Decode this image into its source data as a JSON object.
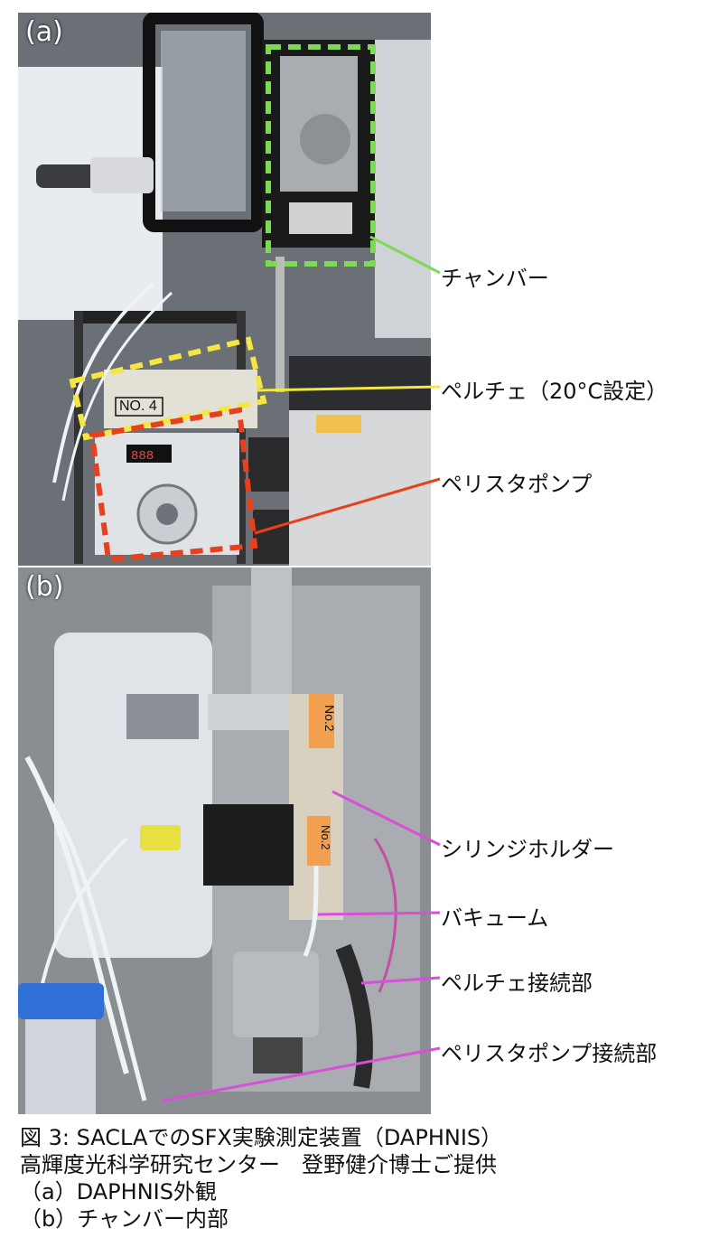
{
  "panels": {
    "a": {
      "label": "(a)"
    },
    "b": {
      "label": "(b)"
    }
  },
  "callouts": {
    "chamber": "チャンバー",
    "peltier": "ペルチェ（20°C設定）",
    "peristaltic_pump": "ペリスタポンプ",
    "syringe_holder": "シリンジホルダー",
    "vacuum": "バキューム",
    "peltier_connection": "ペルチェ接続部",
    "pump_connection": "ペリスタポンプ接続部"
  },
  "photo_text": {
    "controller_label": "NO. 4",
    "pump_display": "888",
    "holder_tag_1": "No.2",
    "holder_tag_2": "No.2"
  },
  "caption": {
    "line1": "図 3: SACLAでのSFX実験測定装置（DAPHNIS）",
    "line2": "高輝度光科学研究センター　登野健介博士ご提供",
    "line3": "（a）DAPHNIS外観",
    "line4": "（b）チャンバー内部"
  },
  "colors": {
    "chamber_box": "#7ed957",
    "peltier_box": "#f5e642",
    "pump_box": "#e8401c",
    "connection_lines": "#d84fd8"
  }
}
